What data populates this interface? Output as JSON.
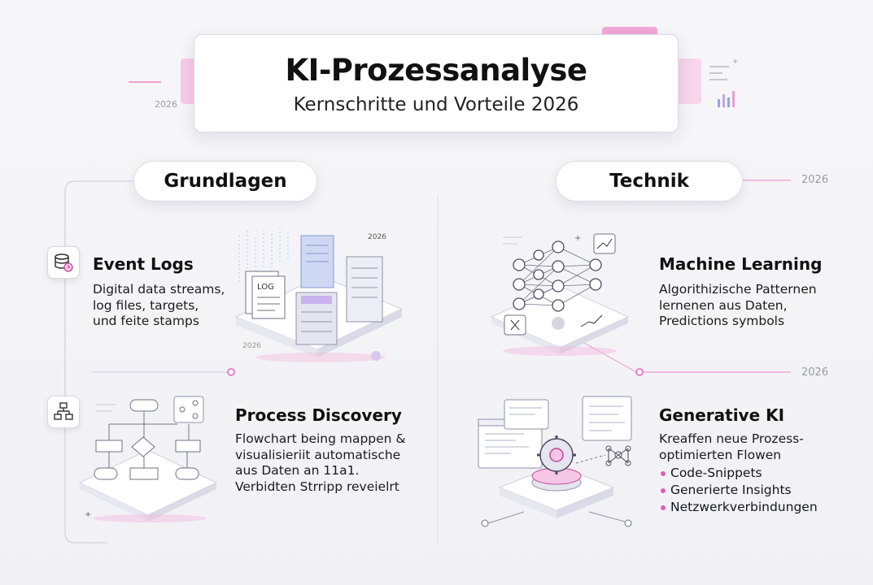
{
  "header": {
    "title": "KI-Prozessanalyse",
    "subtitle": "Kernschritte und Vorteile 2026",
    "year_left": "2026"
  },
  "columns": {
    "left_label": "Grundlagen",
    "right_label": "Technik",
    "right_year_top": "2026",
    "right_year_mid": "2026"
  },
  "sections": {
    "event_logs": {
      "title": "Event Logs",
      "lines": [
        "Digital data streams,",
        "log files, targets,",
        "und feite stamps"
      ],
      "illus_log_label": "LOG",
      "illus_year": "2026",
      "illus_year2": "2026",
      "icon": "database-clock-icon"
    },
    "process_discovery": {
      "title": "Process Discovery",
      "lines": [
        "Flowchart being mappen &",
        "visualisieriit automatische",
        "aus Daten an 11a1.",
        "Verbidten Strripp reveielrt"
      ],
      "icon": "flowchart-icon"
    },
    "machine_learning": {
      "title": "Machine Learning",
      "lines": [
        "Algorithizische Patternen",
        "lernenen aus Daten,",
        "Predictions symbols"
      ],
      "icon": "neural-network-icon"
    },
    "generative_ki": {
      "title": "Generative KI",
      "lines": [
        "Kreaffen neue Prozess-",
        "optimierten Flowen"
      ],
      "bullets": [
        "Code-Snippets",
        "Generierte Insights",
        "Netzwerkverbindungen"
      ],
      "icon": "gear-code-icon"
    }
  },
  "colors": {
    "accent": "#e05bb5",
    "accent_light": "#f5c6e6",
    "blue": "#8fa6e6",
    "text": "#15161c"
  }
}
